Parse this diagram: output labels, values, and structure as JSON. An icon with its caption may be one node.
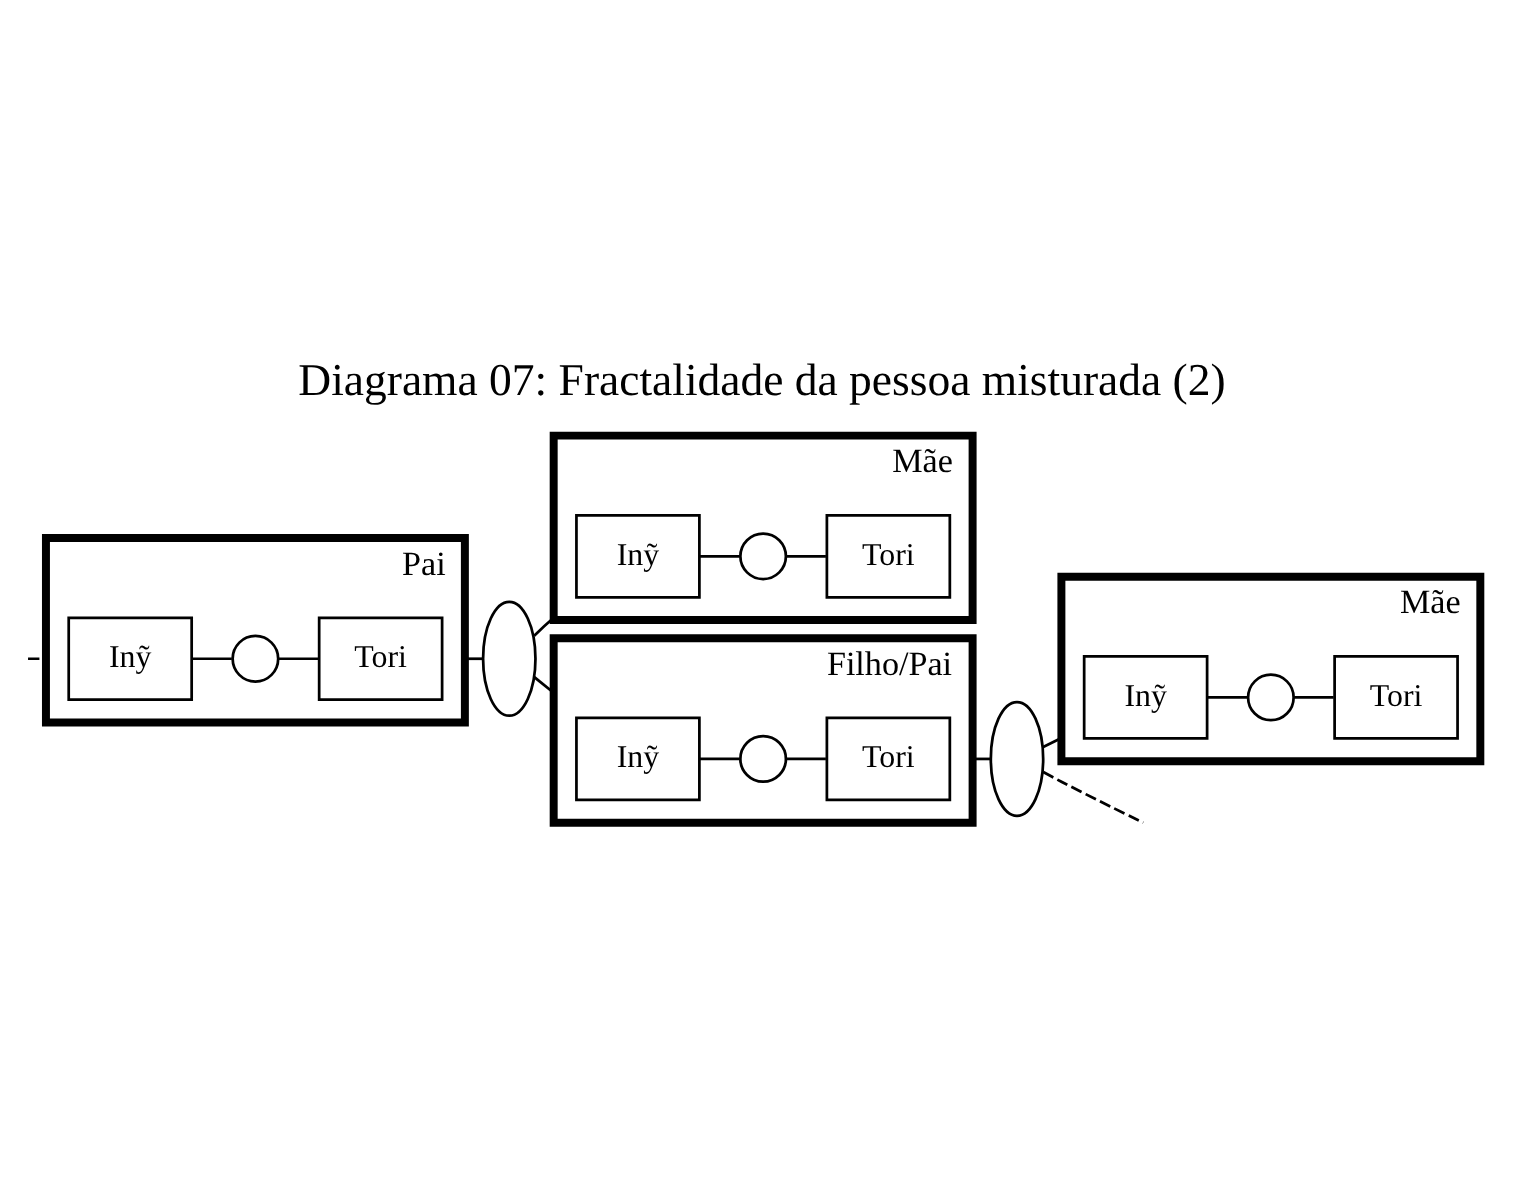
{
  "diagram": {
    "title": "Diagrama 07: Fractalidade da pessoa misturada (2)",
    "nodes": [
      {
        "text": [
          "Pai"
        ]
      },
      {
        "text": [
          "Inỹ"
        ],
        "in": 0
      },
      {
        "text": [],
        "shape": "circle",
        "in": 0
      },
      {
        "text": [
          "Tori"
        ],
        "in": 0
      },
      {
        "text": [],
        "shape": "ellipse"
      },
      {
        "text": [
          "Mãe"
        ]
      },
      {
        "text": [
          "Inỹ"
        ],
        "in": 5
      },
      {
        "text": [],
        "shape": "circle",
        "in": 5
      },
      {
        "text": [
          "Tori"
        ],
        "in": 5
      },
      {
        "text": [
          "Filho/Pai"
        ]
      },
      {
        "text": [
          "Inỹ"
        ],
        "in": 9
      },
      {
        "text": [],
        "shape": "circle",
        "in": 9
      },
      {
        "text": [
          "Tori"
        ],
        "in": 9
      },
      {
        "text": [],
        "shape": "ellipse"
      },
      {
        "text": [
          "Mãe"
        ]
      },
      {
        "text": [
          "Inỹ"
        ],
        "in": 14
      },
      {
        "text": [],
        "shape": "circle",
        "in": 14
      },
      {
        "text": [
          "Tori"
        ],
        "in": 14
      }
    ],
    "edges": [
      {
        "from": null,
        "to": 0,
        "arrow": "none",
        "style": "dashed"
      },
      {
        "from": 1,
        "to": 2,
        "arrow": "none"
      },
      {
        "from": 2,
        "to": 3,
        "arrow": "none"
      },
      {
        "from": 0,
        "to": 4,
        "arrow": "none"
      },
      {
        "from": 4,
        "to": 5,
        "arrow": "none"
      },
      {
        "from": 6,
        "to": 7,
        "arrow": "none"
      },
      {
        "from": 7,
        "to": 8,
        "arrow": "none"
      },
      {
        "from": 4,
        "to": 9,
        "arrow": "none"
      },
      {
        "from": 10,
        "to": 11,
        "arrow": "none"
      },
      {
        "from": 11,
        "to": 12,
        "arrow": "none"
      },
      {
        "from": 9,
        "to": 13,
        "arrow": "none"
      },
      {
        "from": 13,
        "to": 14,
        "arrow": "none"
      },
      {
        "from": 15,
        "to": 16,
        "arrow": "none"
      },
      {
        "from": 16,
        "to": 17,
        "arrow": "none"
      },
      {
        "from": 13,
        "to": null,
        "arrow": "none",
        "style": "dashed"
      }
    ]
  }
}
